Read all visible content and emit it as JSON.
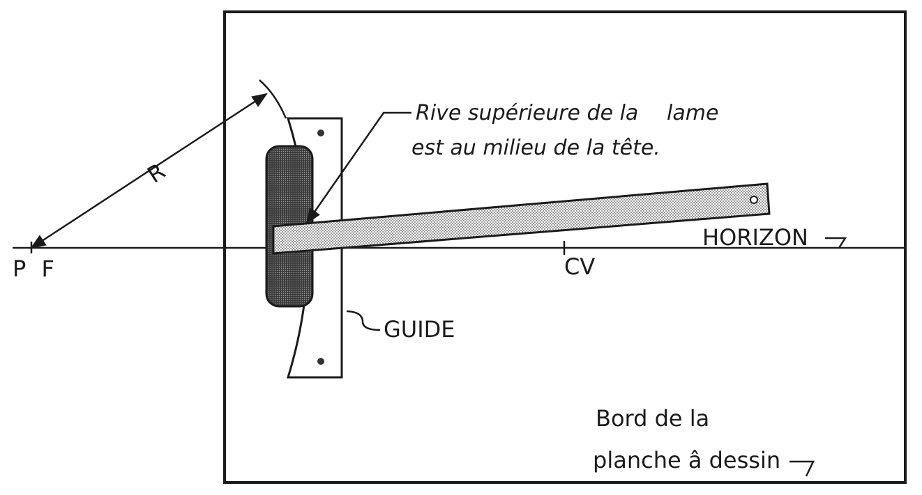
{
  "labels": {
    "pf": "P F",
    "r": "R",
    "cv": "CV",
    "horizon": "HORIZON",
    "guide": "GUIDE",
    "note_line1": "Rive supérieure de la",
    "note_line2": "lame",
    "note_line3": "est au milieu de la tête.",
    "board_line1": "Bord de la",
    "board_line2": "planche â dessin"
  },
  "colors": {
    "ink": "#1b1b1b",
    "head_fill": "#4a4a4a",
    "blade_fill": "#d6d6d6",
    "paper": "#ffffff"
  }
}
